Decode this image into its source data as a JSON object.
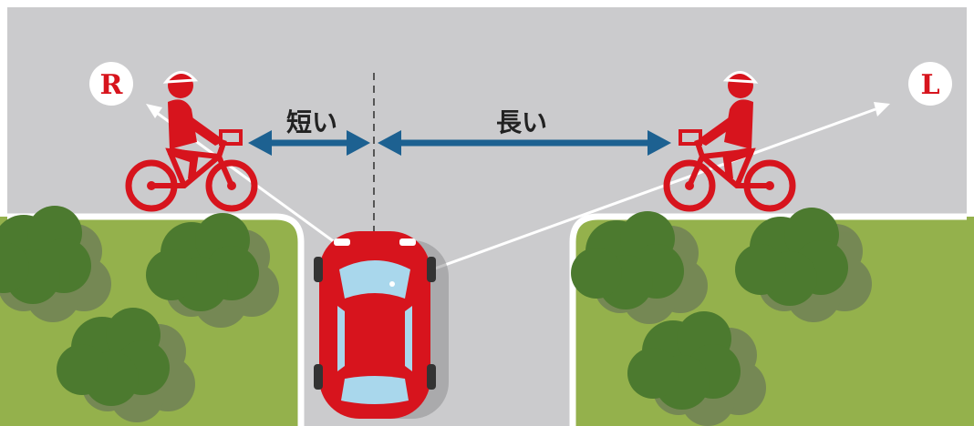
{
  "labels": {
    "right_marker": "R",
    "left_marker": "L",
    "short_distance": "短い",
    "long_distance": "長い"
  },
  "colors": {
    "road": "#cbcbcd",
    "grass": "#94b14c",
    "tree_dark": "#4c7a2f",
    "tree_mid": "#6e7e57",
    "curb": "#ffffff",
    "arrow": "#1d6191",
    "car": "#d7141d",
    "cyclist": "#d7141d",
    "marker_letter": "#d7141d"
  },
  "icons": {
    "car": "car-icon",
    "cyclist_right": "cyclist-icon",
    "cyclist_left": "cyclist-icon",
    "trees": "tree-icon"
  }
}
